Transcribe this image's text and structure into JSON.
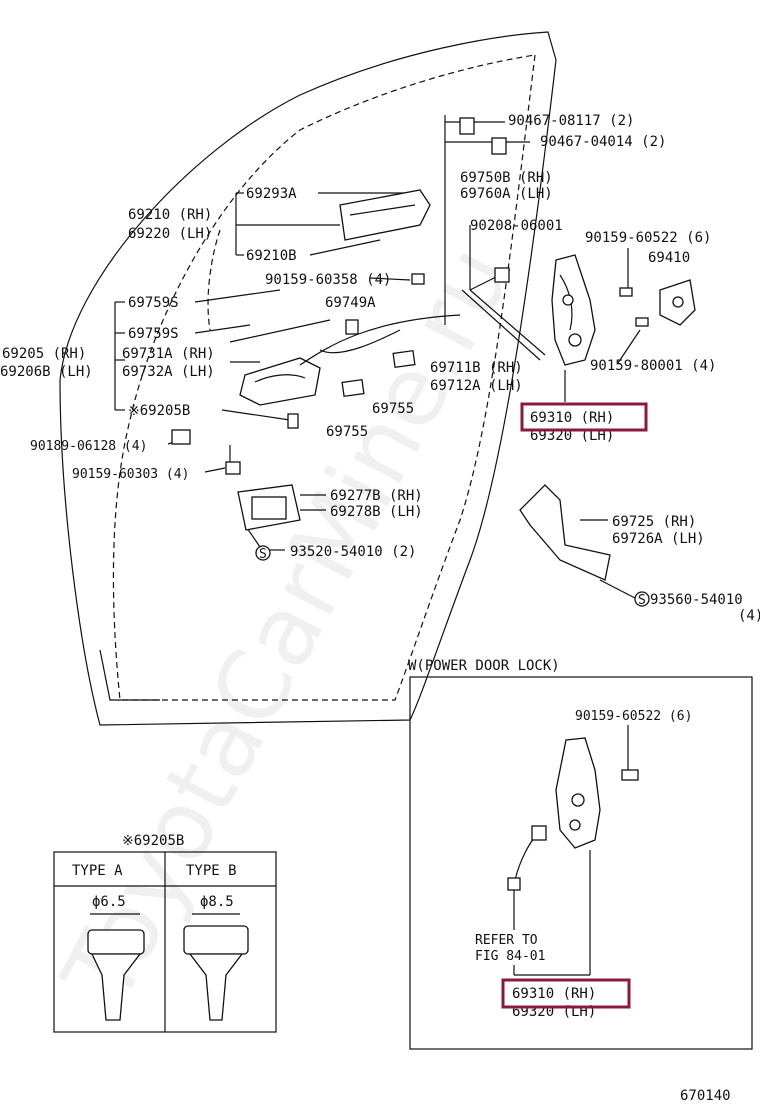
{
  "watermark": "ToyotaCarMine.ru",
  "page_number": "670140",
  "labels": {
    "p90467_08117": "90467-08117 (2)",
    "p90467_04014": "90467-04014 (2)",
    "p69750b": "69750B (RH)",
    "p69760a": "69760A (LH)",
    "p69293a": "69293A",
    "p69210": "69210 (RH)",
    "p69220": "69220 (LH)",
    "p69210b": "69210B",
    "p90208": "90208-06001",
    "p90159_60522": "90159-60522 (6)",
    "p69410": "69410",
    "p90159_60358": "90159-60358 (4)",
    "p69759s_a": "69759S",
    "p69749a": "69749A",
    "p69759s_b": "69759S",
    "p69205": "69205  (RH)",
    "p69206b": "69206B (LH)",
    "p69731a": "69731A (RH)",
    "p69732a": "69732A (LH)",
    "p90159_80001": "90159-80001 (4)",
    "p69711b": "69711B (RH)",
    "p69712a": "69712A (LH)",
    "p69205b": "※69205B",
    "p69755_a": "69755",
    "p69755_b": "69755",
    "p69310_main": "69310 (RH)",
    "p69320_main": "69320 (LH)",
    "p90189": "90189-06128 (4)",
    "p90159_60303": "90159-60303 (4)",
    "p69277b": "69277B (RH)",
    "p69278b": "69278B (LH)",
    "p69725": "69725  (RH)",
    "p69726a": "69726A (LH)",
    "p93520": "93520-54010 (2)",
    "p93560": "93560-54010",
    "p93560_qty": "(4)",
    "s_symbol": "S"
  },
  "inset_power_lock": {
    "title": "W(POWER DOOR LOCK)",
    "p90159_60522": "90159-60522 (6)",
    "refer_line1": "REFER TO",
    "refer_line2": "FIG 84-01",
    "p69310": "69310 (RH)",
    "p69320": "69320 (LH)"
  },
  "type_table": {
    "title": "※69205B",
    "columns": [
      "TYPE A",
      "TYPE B"
    ],
    "dims": [
      "ϕ6.5",
      "ϕ8.5"
    ]
  }
}
